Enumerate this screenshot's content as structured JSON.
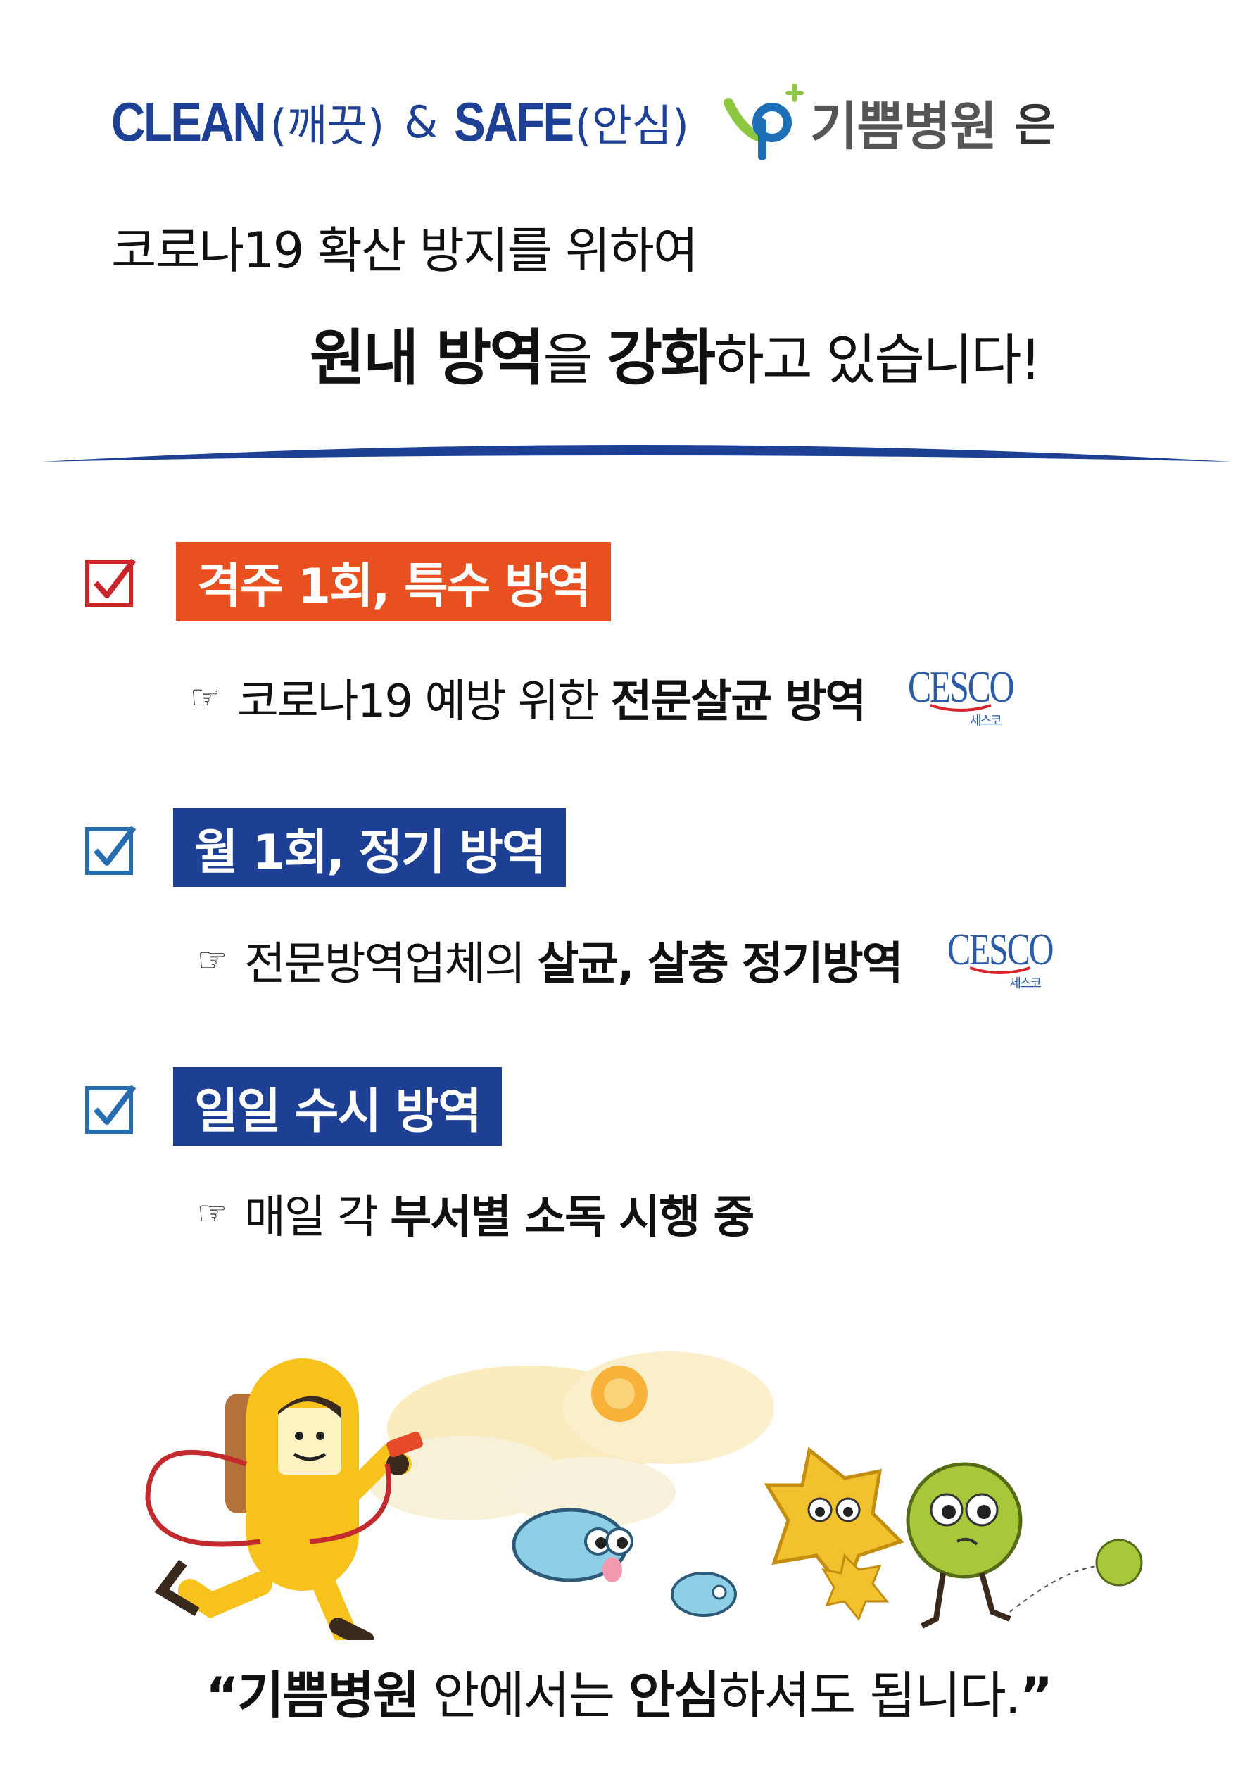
{
  "header": {
    "clean": "CLEAN",
    "clean_paren": "(깨끗)",
    "amp": "&",
    "safe": "SAFE",
    "safe_paren": "(안심)",
    "brand": "기쁨병원",
    "particle": "은",
    "line2": "코로나19 확산 방지를 위하여",
    "line3_bold1": "원내 방역",
    "line3_part1": "을 ",
    "line3_bold2": "강화",
    "line3_part2": "하고 있습니다!"
  },
  "sections": [
    {
      "badge": "격주 1회, 특수 방역",
      "hand": "☞",
      "text_pre": "코로나19 예방 위한 ",
      "text_bold": "전문살균 방역",
      "logo_word": "CESCO",
      "logo_kor": "세스코"
    },
    {
      "badge": "월 1회, 정기 방역",
      "hand": "☞",
      "text_pre": "전문방역업체의 ",
      "text_bold": "살균, 살충 정기방역",
      "logo_word": "CESCO",
      "logo_kor": "세스코"
    },
    {
      "badge": "일일 수시 방역",
      "hand": "☞",
      "text_pre": "매일 각 ",
      "text_bold": "부서별 소독 시행 중"
    }
  ],
  "footer": {
    "open_quote": "“",
    "bold1": "기쁨병원",
    "part1": " 안에서는 ",
    "bold2": "안심",
    "part2": "하셔도 됩니다.",
    "close_quote": "”"
  },
  "colors": {
    "navy": "#1d3f94",
    "orange": "#e8501f",
    "check_red": "#c8262b",
    "check_blue": "#2a6cb0",
    "brand_green": "#8dc63f"
  }
}
